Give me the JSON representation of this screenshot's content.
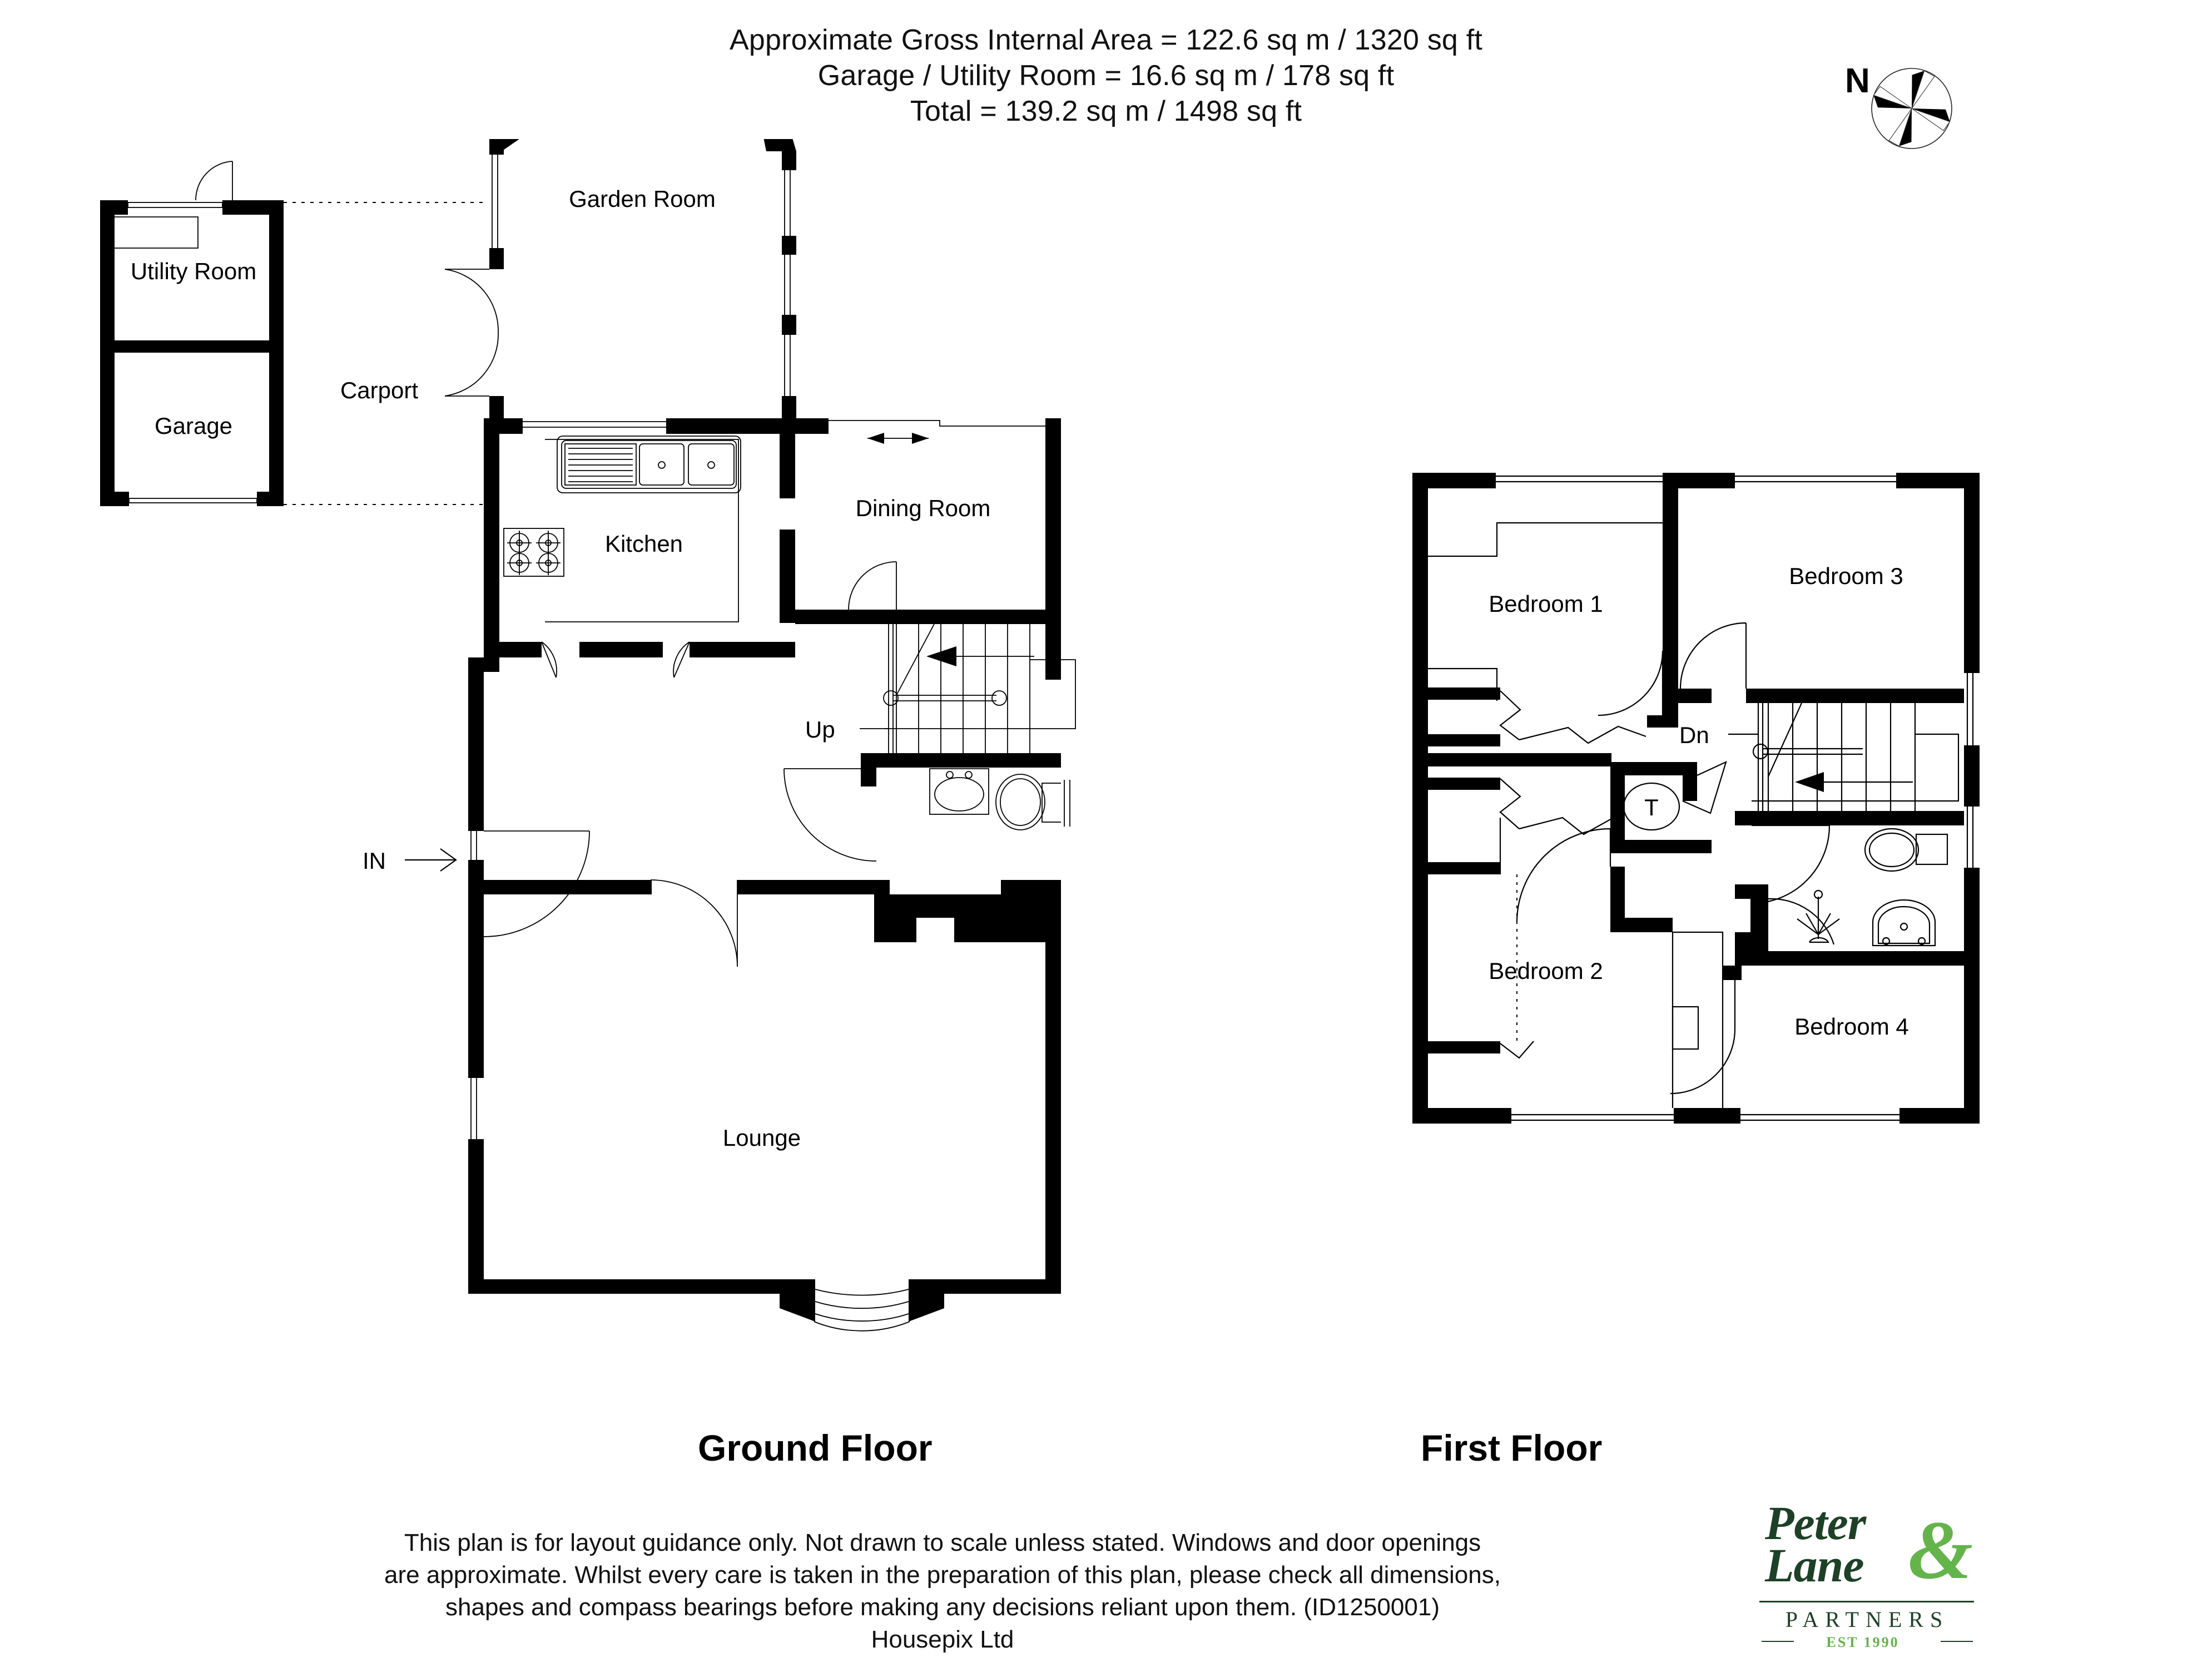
{
  "header": {
    "line1": "Approximate Gross Internal Area = 122.6 sq m / 1320 sq ft",
    "line2": "Garage / Utility Room = 16.6 sq m / 178 sq ft",
    "line3": "Total = 139.2 sq m / 1498 sq ft"
  },
  "compass": {
    "north_label": "N"
  },
  "floors": [
    {
      "id": "ground",
      "caption": "Ground Floor"
    },
    {
      "id": "first",
      "caption": "First Floor"
    }
  ],
  "ground_floor": {
    "rooms": [
      {
        "name": "Garden Room",
        "label": "Garden Room"
      },
      {
        "name": "Kitchen",
        "label": "Kitchen"
      },
      {
        "name": "Dining Room",
        "label": "Dining Room"
      },
      {
        "name": "Lounge",
        "label": "Lounge"
      },
      {
        "name": "Utility Room",
        "label": "Utility Room"
      },
      {
        "name": "Garage",
        "label": "Garage"
      },
      {
        "name": "Carport",
        "label": "Carport"
      }
    ],
    "annotations": {
      "stair_direction": "Up",
      "entrance": "IN"
    },
    "fixtures": [
      "sink-double-bowl-with-drainer",
      "hob-four-burner",
      "wc-toilet",
      "wc-basin",
      "staircase",
      "sliding-door",
      "bow-bay-window"
    ]
  },
  "first_floor": {
    "rooms": [
      {
        "name": "Bedroom 1",
        "label": "Bedroom 1"
      },
      {
        "name": "Bedroom 2",
        "label": "Bedroom 2"
      },
      {
        "name": "Bedroom 3",
        "label": "Bedroom 3"
      },
      {
        "name": "Bedroom 4",
        "label": "Bedroom 4"
      }
    ],
    "annotations": {
      "stair_direction": "Dn",
      "tank_cupboard": "T"
    },
    "fixtures": [
      "toilet",
      "wash-basin",
      "shower-head",
      "staircase",
      "airing-cupboard-tank",
      "built-in-wardrobes"
    ]
  },
  "footer": {
    "line1": "This plan is for layout guidance only. Not drawn to scale unless stated. Windows and door openings",
    "line2": "are approximate. Whilst every care is taken in the preparation of this plan, please check all dimensions,",
    "line3": "shapes and compass bearings before making any decisions reliant upon them. (ID1250001)",
    "line4": "Housepix Ltd"
  },
  "logo": {
    "word1": "Peter",
    "word2": "Lane",
    "ampersand": "&",
    "partners": "PARTNERS",
    "est": "EST 1990",
    "dark_green": "#1d4126",
    "light_green": "#64b44b"
  }
}
